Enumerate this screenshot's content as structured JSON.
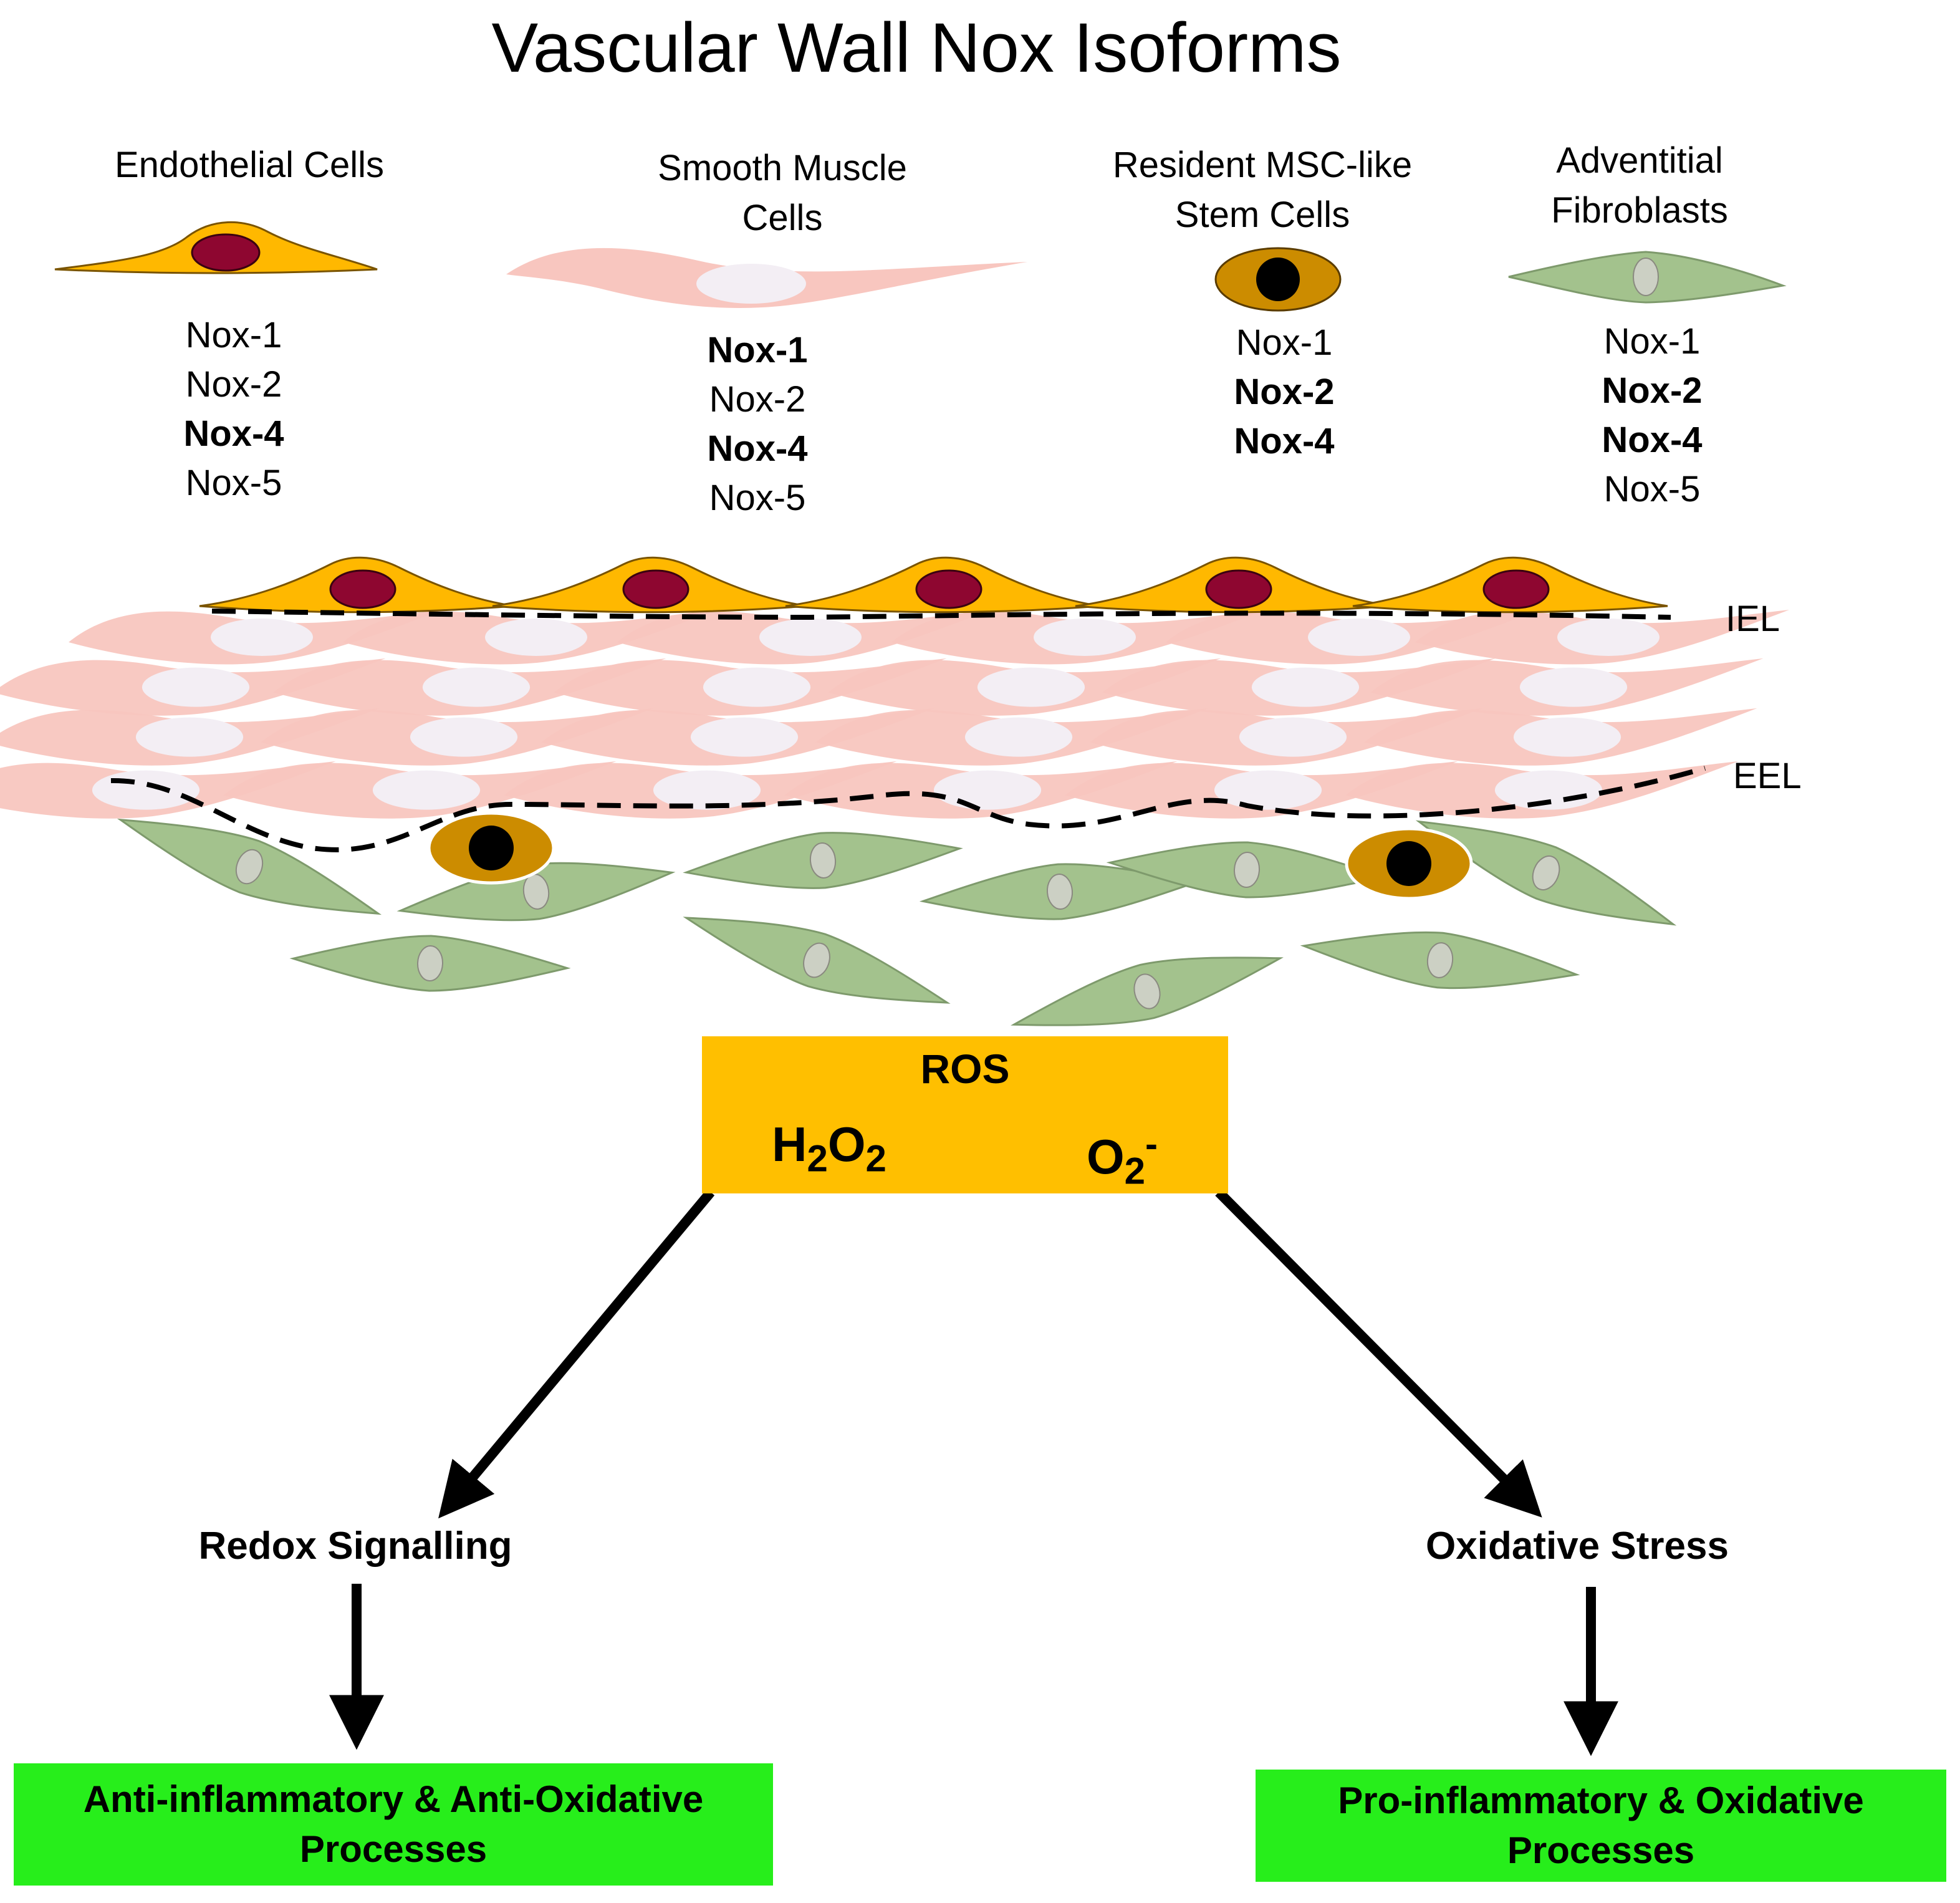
{
  "title": "Vascular Wall Nox Isoforms",
  "cell_types": [
    {
      "name": "Endothelial Cells",
      "isoforms": [
        {
          "label": "Nox-1",
          "bold": false
        },
        {
          "label": "Nox-2",
          "bold": false
        },
        {
          "label": "Nox-4",
          "bold": true
        },
        {
          "label": "Nox-5",
          "bold": false
        }
      ]
    },
    {
      "name": "Smooth Muscle Cells",
      "isoforms": [
        {
          "label": "Nox-1",
          "bold": true
        },
        {
          "label": "Nox-2",
          "bold": false
        },
        {
          "label": "Nox-4",
          "bold": true
        },
        {
          "label": "Nox-5",
          "bold": false
        }
      ]
    },
    {
      "name": "Resident MSC-like Stem Cells",
      "isoforms": [
        {
          "label": "Nox-1",
          "bold": false
        },
        {
          "label": "Nox-2",
          "bold": true
        },
        {
          "label": "Nox-4",
          "bold": true
        }
      ]
    },
    {
      "name": "Adventitial Fibroblasts",
      "isoforms": [
        {
          "label": "Nox-1",
          "bold": false
        },
        {
          "label": "Nox-2",
          "bold": true
        },
        {
          "label": "Nox-4",
          "bold": true
        },
        {
          "label": "Nox-5",
          "bold": false
        }
      ]
    }
  ],
  "layers": {
    "iel": "IEL",
    "eel": "EEL"
  },
  "ros": {
    "label": "ROS",
    "h2o2": {
      "base1": "H",
      "sub1": "2",
      "base2": "O",
      "sub2": "2"
    },
    "superoxide": {
      "base": "O",
      "sub": "2",
      "sup": "-"
    }
  },
  "outcomes": {
    "left": "Redox Signalling",
    "right": "Oxidative Stress"
  },
  "processes": {
    "left": "Anti-inflammatory & Anti-Oxidative Processes",
    "right": "Pro-inflammatory & Oxidative Processes"
  },
  "colors": {
    "endothelial_body": "#FFB800",
    "endothelial_nucleus": "#8E0630",
    "smooth_muscle_body": "#F8C6BF",
    "smooth_muscle_nucleus": "#F3EEF4",
    "stem_body": "#CC8C00",
    "stem_nucleus": "#000000",
    "fibroblast_body": "#A3C28D",
    "fibroblast_nucleus": "#CCD0C4",
    "ros_box": "#FFBF00",
    "process_box": "#27EE1B"
  },
  "icons": [
    "endothelial-cell-icon",
    "smooth-muscle-cell-icon",
    "stem-cell-icon",
    "fibroblast-icon"
  ]
}
